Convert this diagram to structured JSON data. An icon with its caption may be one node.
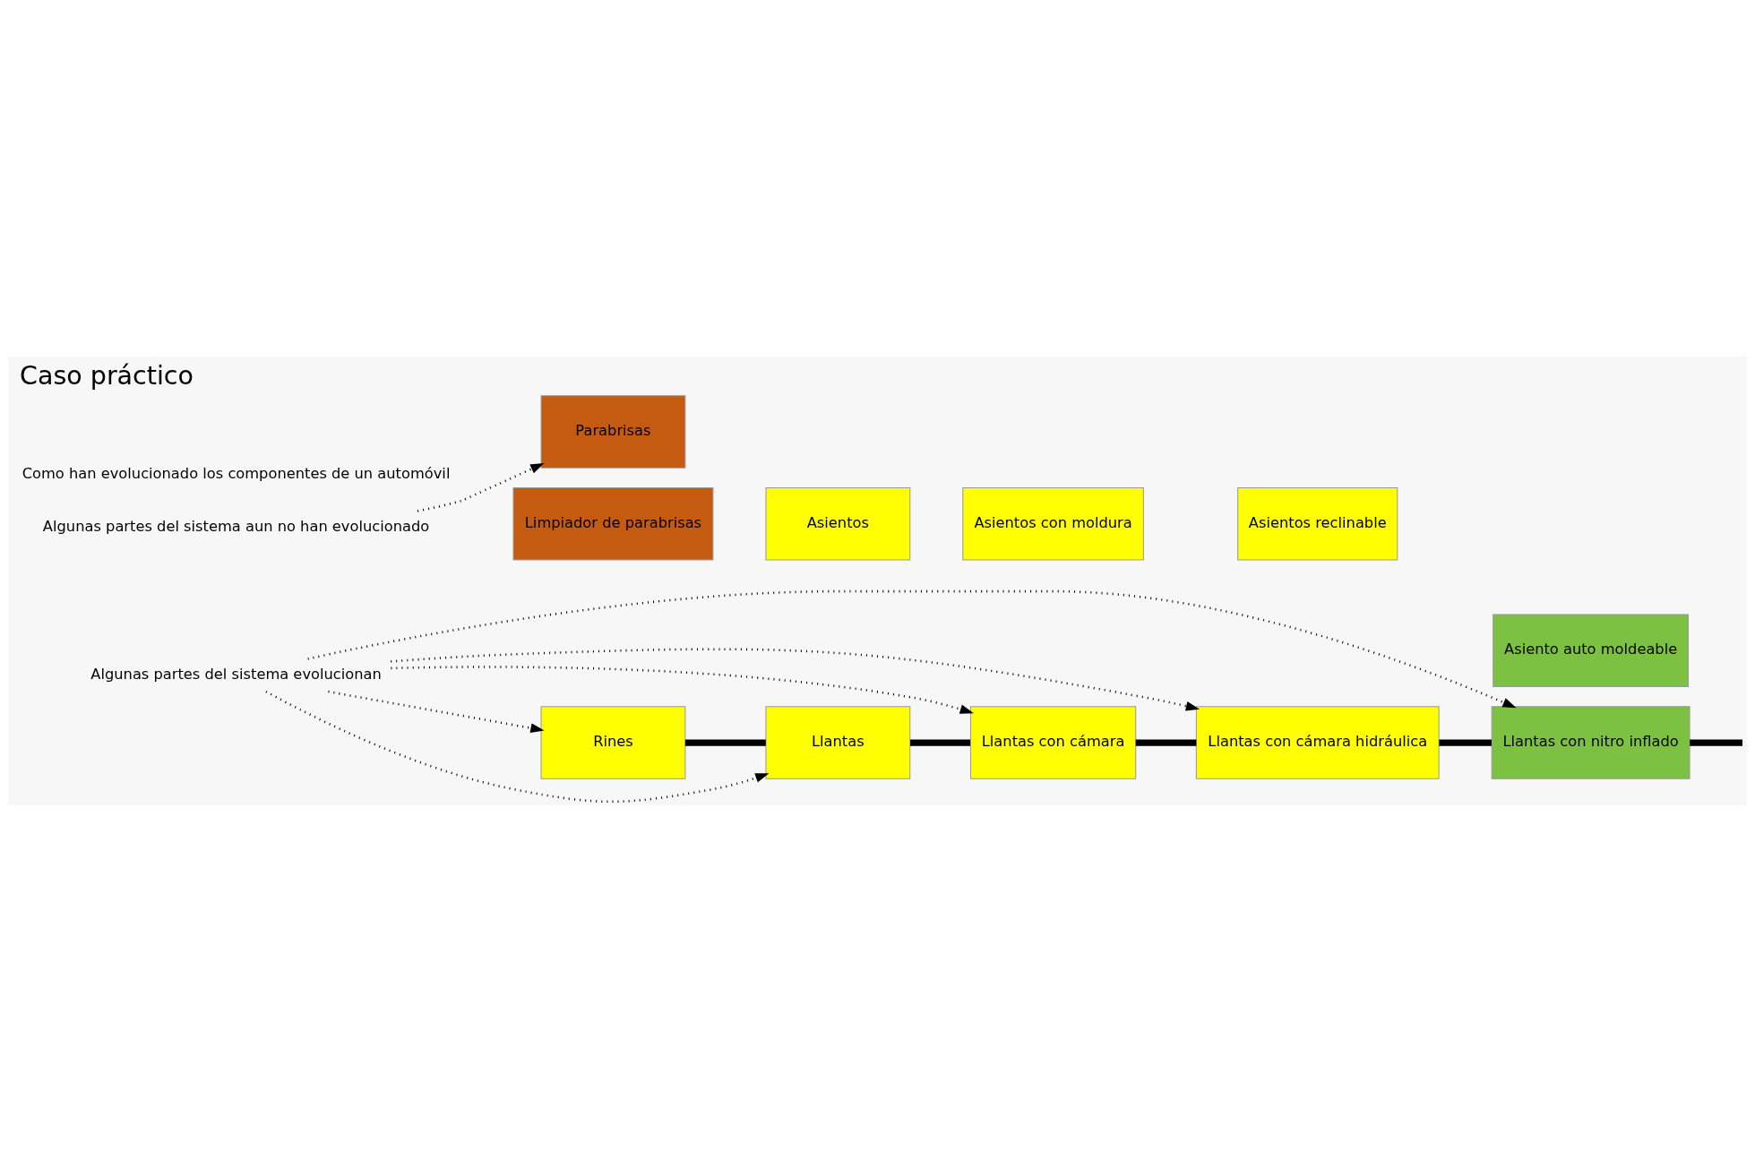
{
  "diagram": {
    "title": "Caso práctico",
    "nodes": [
      {
        "text": [
          "Algunas partes del sistema evolucionan"
        ]
      },
      {
        "text": [
          "Llantas con nitro inflado"
        ]
      },
      {
        "text": [
          "Asiento auto moldeable"
        ]
      },
      {
        "text": [
          "Llantas con cámara hidráulica"
        ]
      },
      {
        "text": [
          "Asientos reclinable"
        ]
      },
      {
        "text": [
          "Llantas con cámara"
        ]
      },
      {
        "text": [
          "Asientos con moldura"
        ]
      },
      {
        "text": [
          "Rines"
        ]
      },
      {
        "text": [
          "Llantas"
        ]
      },
      {
        "text": [
          "Limpiador de parabrisas"
        ]
      },
      {
        "text": [
          "Asientos"
        ]
      },
      {
        "text": [
          "Parabrisas"
        ]
      },
      {
        "text": [
          "Algunas partes del sistema aun no han evolucionado"
        ]
      }
    ],
    "edges": [
      {
        "from": 0,
        "to": 1,
        "arrow": "to",
        "style": "dashed"
      },
      {
        "from": 0,
        "to": 3,
        "arrow": "to",
        "style": "dashed"
      },
      {
        "from": 0,
        "to": 5,
        "arrow": "to",
        "style": "dashed"
      },
      {
        "from": 0,
        "to": 8,
        "arrow": "to",
        "style": "dashed"
      },
      {
        "from": 0,
        "to": 7,
        "arrow": "to",
        "style": "dashed"
      },
      {
        "from": 12,
        "to": 11,
        "arrow": "to",
        "style": "dashed"
      },
      {
        "from": 7,
        "to": 8,
        "arrow": "none",
        "style": "thick"
      },
      {
        "from": 8,
        "to": 5,
        "arrow": "none",
        "style": "thick"
      },
      {
        "from": 5,
        "to": 3,
        "arrow": "none",
        "style": "thick"
      },
      {
        "from": 3,
        "to": 1,
        "arrow": "none",
        "style": "thick"
      },
      {
        "from": 1,
        "to": null,
        "arrow": "none",
        "style": "thick"
      }
    ],
    "labels": [
      "Como han evolucionado los componentes de un automóvil"
    ]
  }
}
